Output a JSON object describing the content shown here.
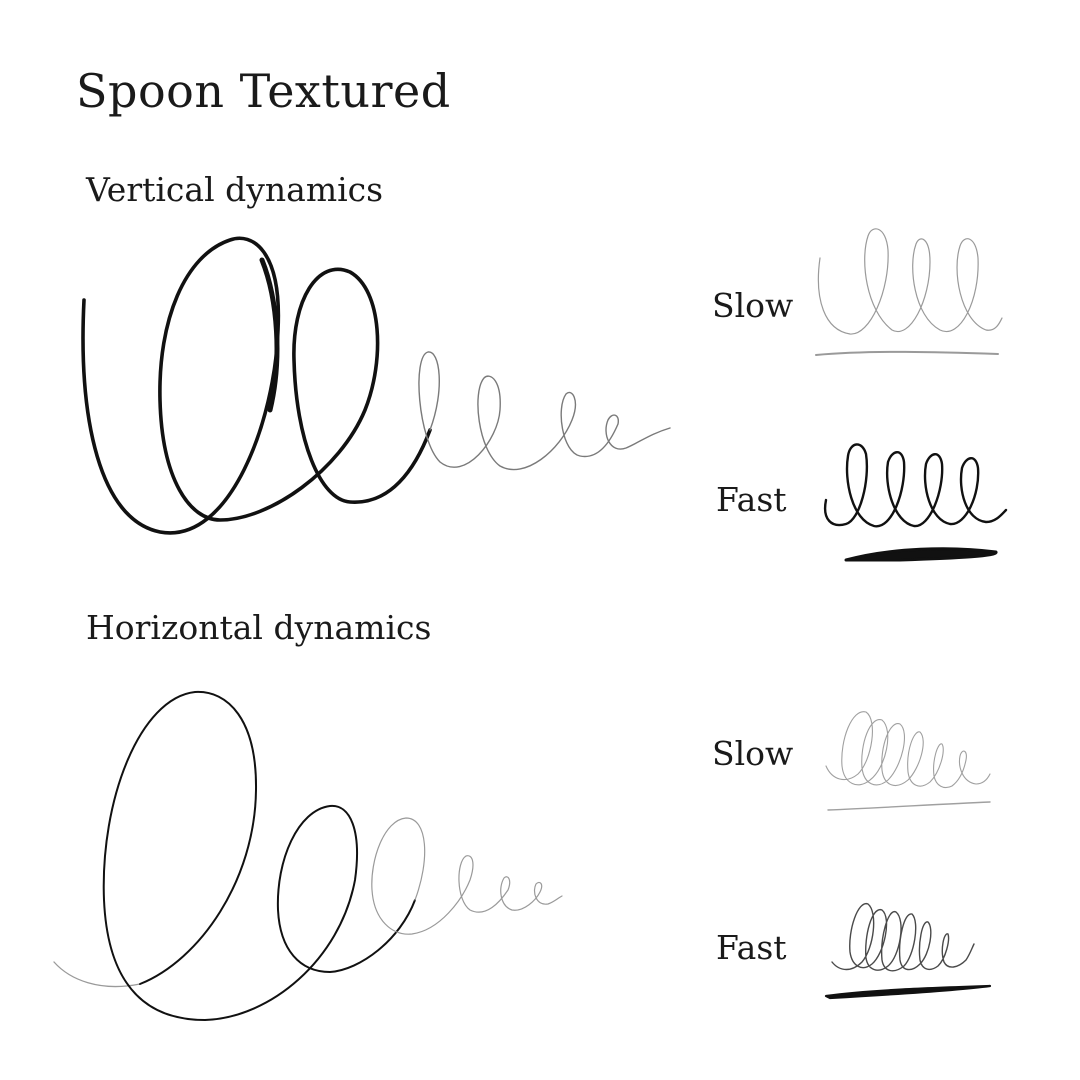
{
  "title": "Spoon Textured",
  "sections": [
    {
      "heading": "Vertical dynamics",
      "slow_label": "Slow",
      "fast_label": "Fast"
    },
    {
      "heading": "Horizontal dynamics",
      "slow_label": "Slow",
      "fast_label": "Fast"
    }
  ],
  "colors": {
    "ink": "#111111",
    "faint": "#8a8a8a",
    "background": "#ffffff"
  }
}
